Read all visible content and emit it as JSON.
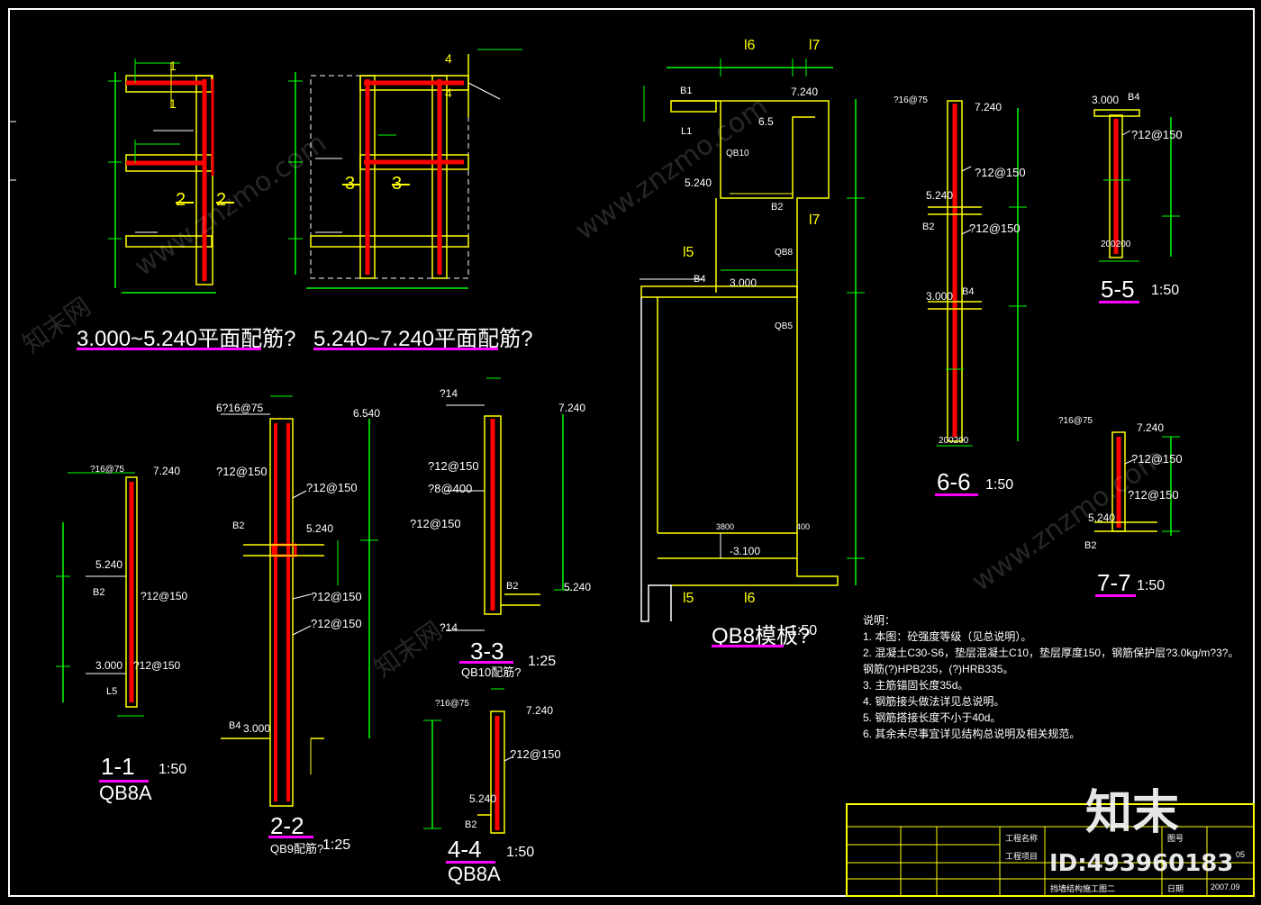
{
  "colors": {
    "background": "#000000",
    "frame": "#ffffff",
    "concrete": "#ffff00",
    "rebar": "#ff0000",
    "dim": "#00ff00",
    "leader": "#ffffff",
    "underline": "#ff00ff",
    "hidden": "#ffffff"
  },
  "plans": {
    "plan_a_title": "3.000~5.240平面配筋?",
    "plan_b_title": "5.240~7.240平面配筋?"
  },
  "elevation": {
    "title": "QB8模板?",
    "scale": "1:50",
    "label_7240": "7.240",
    "label_5240": "5.240",
    "label_3000": "3.000",
    "label_m3100": "-3.100",
    "grid_16a": "l6",
    "grid_17a": "l7",
    "grid_17b": "l7",
    "grid_15a": "l5",
    "grid_15b": "l5",
    "grid_16b": "l6",
    "b1": "B1",
    "b2": "B2",
    "b4": "B4",
    "l1": "L1",
    "qb10": "QB10",
    "qb8": "QB8",
    "qb5": "QB5",
    "dim_3800": "3800",
    "dim_400": "400",
    "label_6_5": "6.5"
  },
  "sections": {
    "s1_title": "1-1",
    "s1_scale": "1:50",
    "s1_sub": "QB8A",
    "s1_7240": "7.240",
    "s1_5240": "5.240",
    "s1_3000": "3.000",
    "s1_bar": "?12@150",
    "s1_bar2": "?12@150",
    "s1_top": "?16@75",
    "s1_b2": "B2",
    "s1_l5": "L5",
    "s2_title": "2-2",
    "s2_scale": "1:25",
    "s2_sub": "QB9配筋?",
    "s2_top": "6?16@75",
    "s2_6540": "6.540",
    "s2_5240": "5.240",
    "s2_3000": "3.000",
    "s2_bar1": "?12@150",
    "s2_bar2": "?12@150",
    "s2_bar3": "?12@150",
    "s2_bar4": "?12@150",
    "s2_b2": "B2",
    "s2_b4": "B4",
    "s3_title": "3-3",
    "s3_scale": "1:25",
    "s3_sub": "QB10配筋?",
    "s3_top": "?14",
    "s3_7240": "7.240",
    "s3_5240": "5.240",
    "s3_bar1": "?12@150",
    "s3_bar2": "?8@400",
    "s3_bar3": "?12@150",
    "s3_bot": "?14",
    "s3_b2": "B2",
    "s4_title": "4-4",
    "s4_scale": "1:50",
    "s4_sub": "QB8A",
    "s4_top": "?16@75",
    "s4_7240": "7.240",
    "s4_5240": "5.240",
    "s4_bar": "?12@150",
    "s4_b2": "B2",
    "s5_title": "5-5",
    "s5_scale": "1:50",
    "s5_3000": "3.000",
    "s5_bar": "?12@150",
    "s5_b4": "B4",
    "s5_dim": "200200",
    "s6_title": "6-6",
    "s6_scale": "1:50",
    "s6_7240": "7.240",
    "s6_5240": "5.240",
    "s6_3000": "3.000",
    "s6_top": "?16@75",
    "s6_bar1": "?12@150",
    "s6_bar2": "?12@150",
    "s6_b2": "B2",
    "s6_b4": "B4",
    "s6_dim": "200200",
    "s7_title": "7-7",
    "s7_scale": "1:50",
    "s7_7240": "7.240",
    "s7_5240": "5.240",
    "s7_top": "?16@75",
    "s7_bar1": "?12@150",
    "s7_bar2": "?12@150",
    "s7_b2": "B2"
  },
  "notes": {
    "heading": "说明：",
    "items": [
      "1.  本图：砼强度等级（见总说明）。",
      "2.  混凝土C30-S6，垫层混凝土C10，垫层厚度150，钢筋保护层?3.0kg/m?3?。",
      "     钢筋(?)HPB235，(?)HRB335。",
      "3.  主筋锚固长度35d。",
      "4.  钢筋接头做法详见总说明。",
      "5.  钢筋搭接长度不小于40d。",
      "6.  其余未尽事宜详见结构总说明及相关规范。"
    ]
  },
  "title_block": {
    "project_label": "工程名称",
    "item_label": "工程项目",
    "drawing_label": "图号",
    "date_label": "日期",
    "drawing_no": "05",
    "date": "2007.09",
    "sheet_name": "挡墙结构施工图二"
  },
  "watermark": {
    "logo": "知末",
    "id": "ID:493960183",
    "site": "www.znzmo.com",
    "brand": "知末网"
  }
}
